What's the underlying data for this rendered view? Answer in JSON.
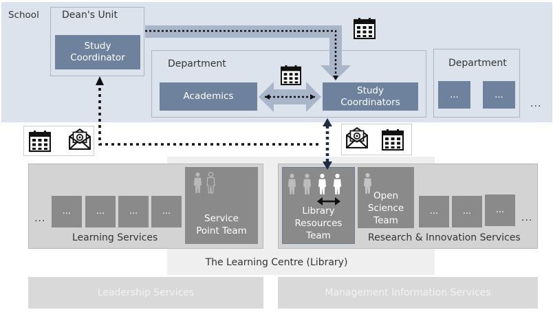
{
  "school": {
    "label": "School",
    "deans_unit": {
      "label": "Dean's Unit",
      "study_coordinator": "Study\nCoordinator"
    },
    "department_main": {
      "label": "Department",
      "academics": "Academics",
      "study_coordinators": "Study\nCoordinators"
    },
    "department_other": {
      "label": "Department",
      "boxes": [
        "...",
        "..."
      ]
    },
    "more": "..."
  },
  "library": {
    "label": "The Learning Centre (Library)",
    "learning_services": {
      "label": "Learning Services",
      "leading_more": "...",
      "boxes": [
        "...",
        "...",
        "...",
        "..."
      ],
      "service_point_team": "Service\nPoint Team"
    },
    "research_innovation": {
      "label": "Research & Innovation Services",
      "library_resources_team": "Library\nResources\nTeam",
      "open_science_team": "Open\nScience\nTeam",
      "boxes": [
        "...",
        "...",
        "..."
      ],
      "trailing_more": "..."
    }
  },
  "bottom": {
    "leadership_services": "Leadership Services",
    "management_information_services": "Management Information Services"
  },
  "colors": {
    "school_bg": "#dde3ec",
    "slate_box": "#6f829d",
    "grey_box": "#8a8a8a",
    "arrow_navy": "#1f2a44"
  },
  "icons": [
    "calendar-icon",
    "email-icon",
    "person-icon"
  ]
}
